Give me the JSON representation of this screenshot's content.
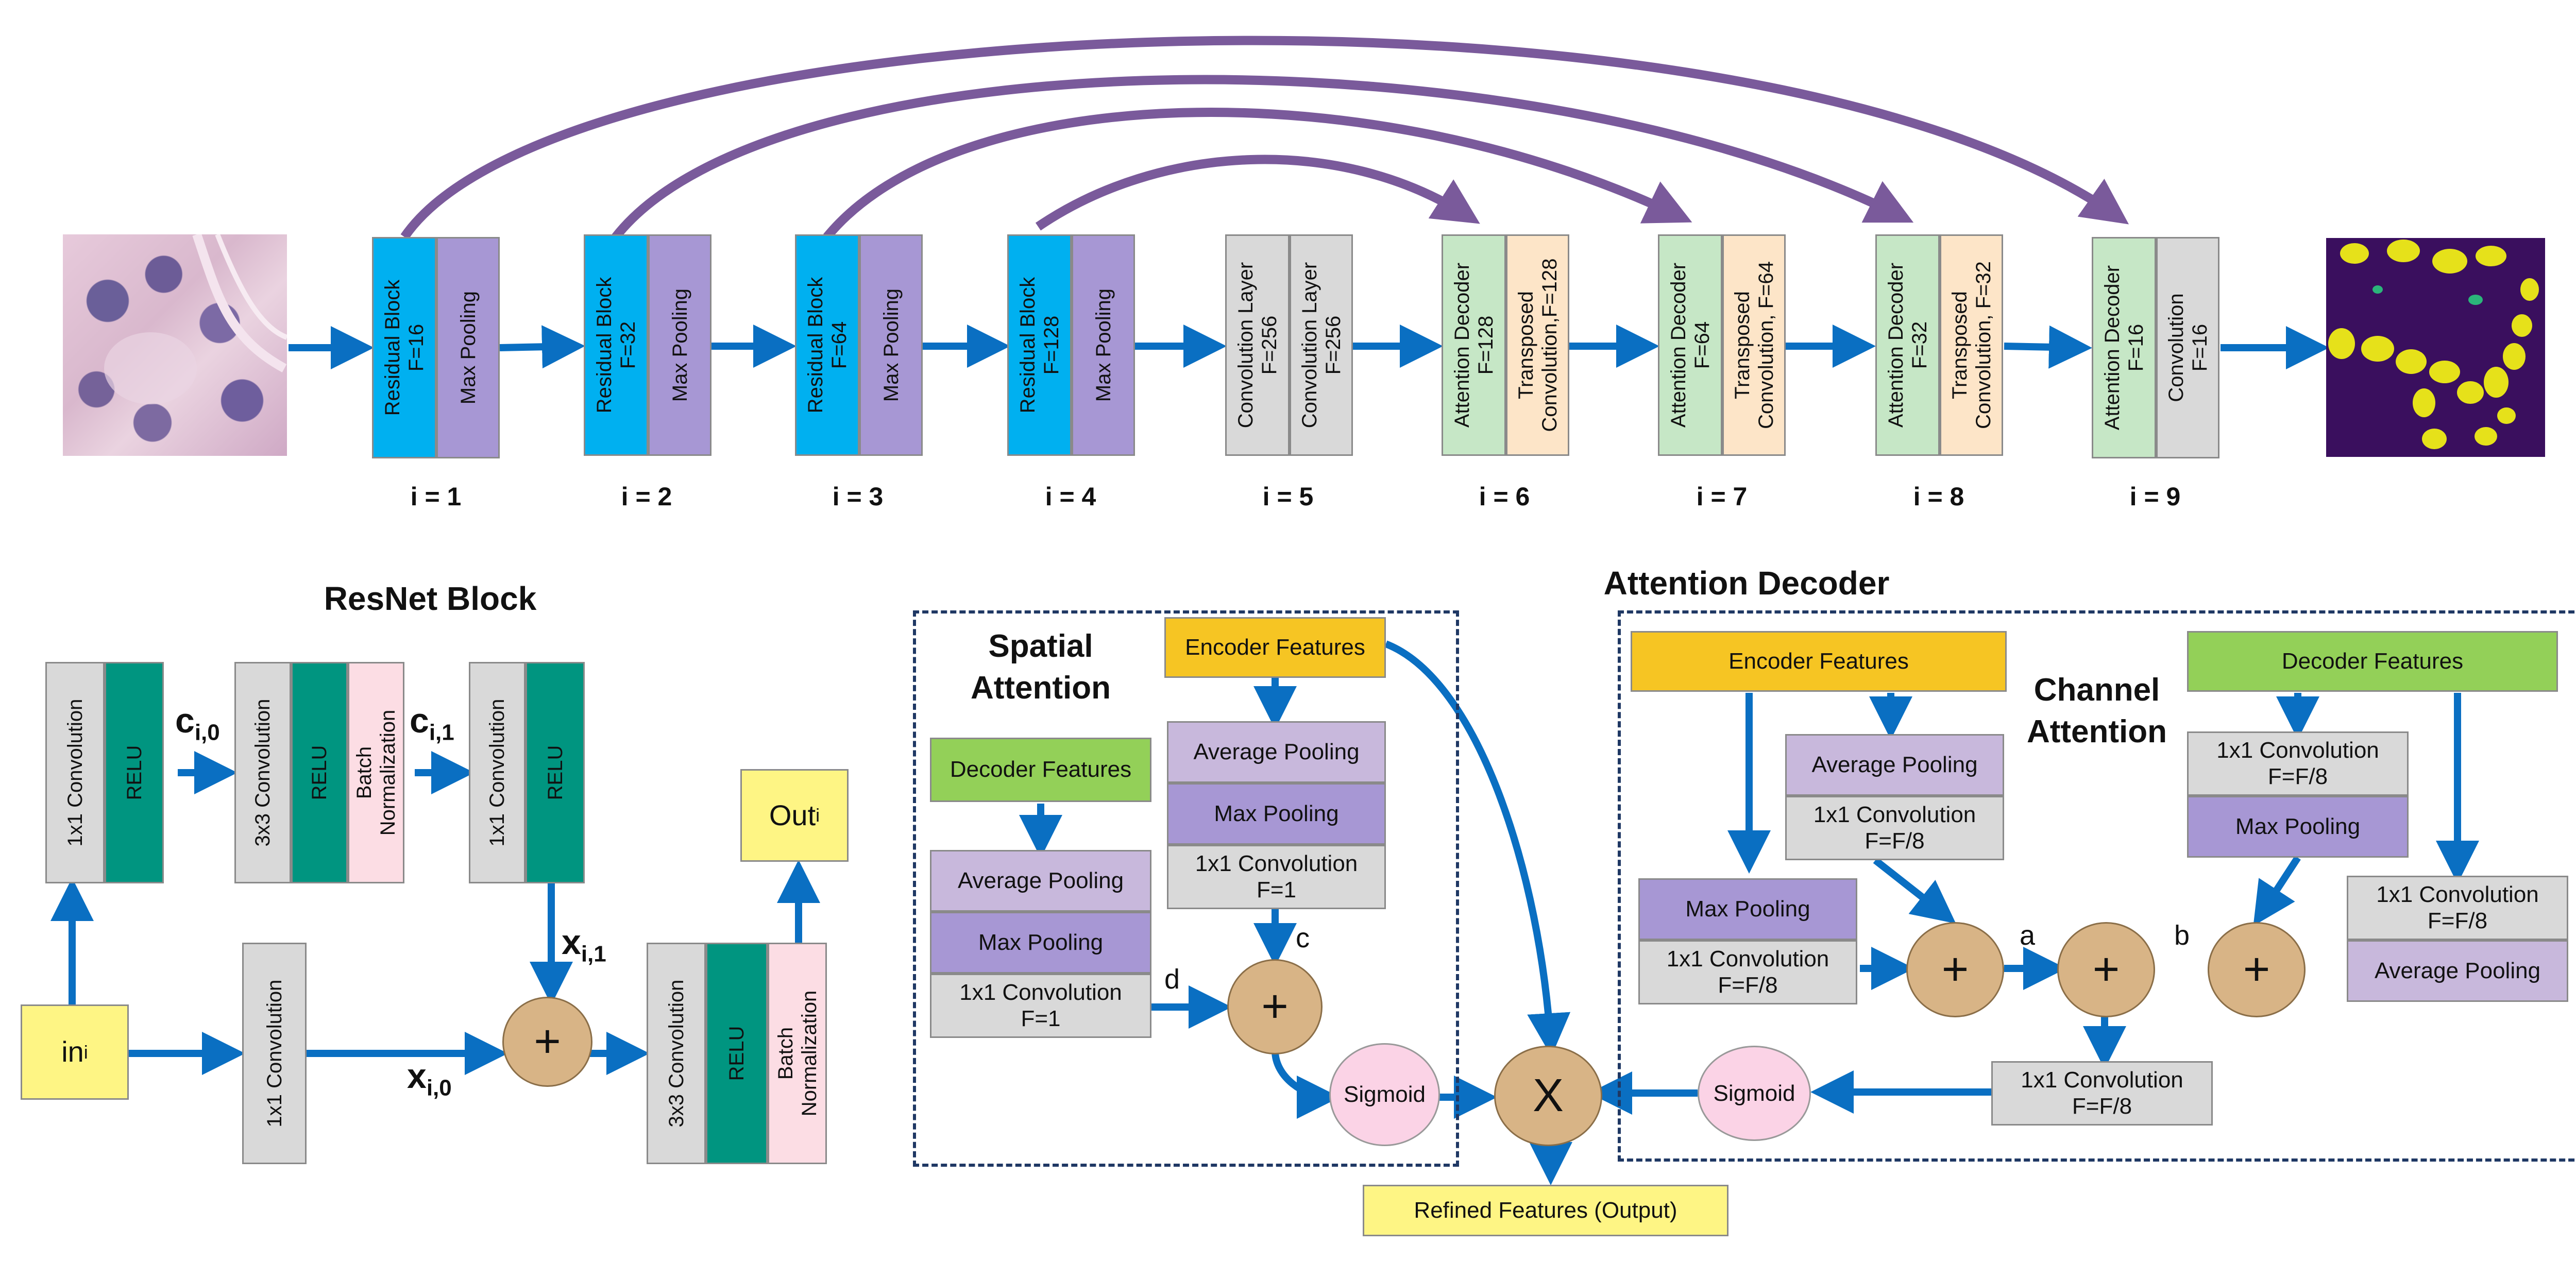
{
  "top": {
    "stages": [
      {
        "idx": "i = 1",
        "a": "Residual Block\nF=16",
        "b": "Max Pooling"
      },
      {
        "idx": "i = 2",
        "a": "Residual Block\nF=32",
        "b": "Max Pooling"
      },
      {
        "idx": "i = 3",
        "a": "Residual Block\nF=64",
        "b": "Max Pooling"
      },
      {
        "idx": "i = 4",
        "a": "Residual Block\nF=128",
        "b": "Max Pooling"
      },
      {
        "idx": "i = 5",
        "a": "Convolution Layer\nF=256",
        "b": "Convolution Layer\nF=256"
      },
      {
        "idx": "i = 6",
        "a": "Attention Decoder\nF=128",
        "b": "Transposed\nConvolution,F=128"
      },
      {
        "idx": "i = 7",
        "a": "Attention Decoder\nF=64",
        "b": "Transposed\nConvolution, F=64"
      },
      {
        "idx": "i = 8",
        "a": "Attention Decoder\nF=32",
        "b": "Transposed\nConvolution, F=32"
      },
      {
        "idx": "i = 9",
        "a": "Attention Decoder\nF=16",
        "b": "Convolution\nF=16"
      }
    ]
  },
  "resnet": {
    "title": "ResNet Block",
    "conv1x1_a": "1x1 Convolution",
    "relu_a": "RELU",
    "conv3x3_a": "3x3 Convolution",
    "relu_b": "RELU",
    "bn_a": "Batch\nNormalization",
    "conv1x1_b": "1x1 Convolution",
    "relu_c": "RELU",
    "conv1x1_c": "1x1 Convolution",
    "conv3x3_b": "3x3 Convolution",
    "relu_d": "RELU",
    "bn_b": "Batch\nNormalization",
    "in_label": "in",
    "in_sub": "i",
    "out_label": "Out",
    "out_sub": "i",
    "c0": "c",
    "c0_sub": "i,0",
    "c1": "c",
    "c1_sub": "i,1",
    "x0": "x",
    "x0_sub": "i,0",
    "x1": "x",
    "x1_sub": "i,1",
    "plus": "+"
  },
  "attn": {
    "title": "Attention Decoder",
    "spatial_title": "Spatial\nAttention",
    "channel_title": "Channel\nAttention",
    "enc_features": "Encoder Features",
    "dec_features": "Decoder Features",
    "avg_pool": "Average Pooling",
    "max_pool": "Max Pooling",
    "conv_f1": "1x1 Convolution\nF=1",
    "conv_f8": "1x1 Convolution\nF=F/8",
    "sigmoid": "Sigmoid",
    "times": "X",
    "plus": "+",
    "label_a": "a",
    "label_b": "b",
    "label_c": "c",
    "label_d": "d",
    "output": "Refined Features (Output)"
  }
}
